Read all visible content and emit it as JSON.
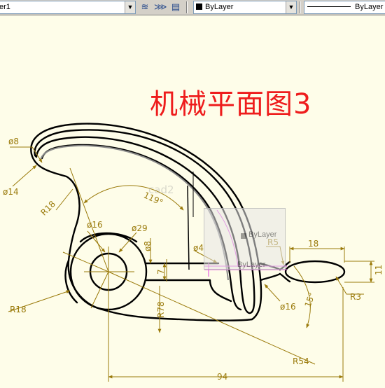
{
  "toolbar": {
    "layer_value": "er1",
    "color_value": "ByLayer",
    "linetype_value": "ByLayer"
  },
  "title": "机械平面图3",
  "watermark": "cad2",
  "popup": {
    "layer_text": "ByLayer",
    "linetype_text": "ByLayer"
  },
  "dimensions": {
    "d8_top": "ø8",
    "d14": "ø14",
    "r18_top": "R18",
    "a119": "119°",
    "d16_left": "ø16",
    "d29": "ø29",
    "d8_mid": "ø8",
    "d4": "ø4",
    "r5": "R5",
    "d18": "18",
    "d11": "11",
    "d7": "7",
    "r18_left": "R18",
    "r78": "R78",
    "d16_right": "ø16",
    "a15": "15°",
    "r3": "R3",
    "r54": "R54",
    "d94": "94"
  },
  "colors": {
    "canvas": "#fefde9",
    "dim": "#9a7a0a",
    "outline": "#000000",
    "title": "#ee1c1c",
    "selection": "#e040e0"
  }
}
